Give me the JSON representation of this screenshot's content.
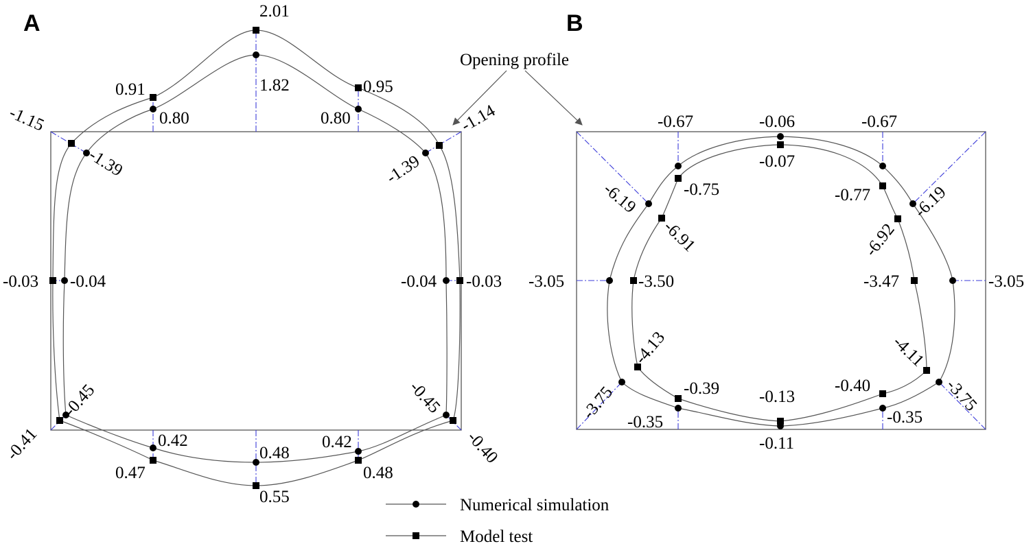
{
  "panels": [
    {
      "letter": "A"
    },
    {
      "letter": "B"
    }
  ],
  "annotation": {
    "text": "Opening profile"
  },
  "legend": {
    "numerical": "Numerical simulation",
    "model": "Model test"
  },
  "panel_a": {
    "top_mt": "2.01",
    "top_ns": "1.82",
    "ul_mt": "0.91",
    "ul_ns": "0.80",
    "ur_mt": "0.95",
    "ur_ns": "0.80",
    "cl_mt": "-1.15",
    "cl_ns": "-1.39",
    "cr_mt": "-1.14",
    "cr_ns": "-1.39",
    "ml_mt": "-0.03",
    "ml_ns": "-0.04",
    "mr_ns": "-0.04",
    "mr_mt": "-0.03",
    "bl_ns": "-0.45",
    "bl_mt": "-0.41",
    "br_ns": "-0.45",
    "br_mt": "-0.40",
    "lbl_ns": "0.42",
    "lbl_mt": "0.47",
    "bot_ns": "0.48",
    "bot_mt": "0.55",
    "rbl_ns": "0.42",
    "rbl_mt": "0.48"
  },
  "panel_b": {
    "tl_ns": "-0.67",
    "tl_mt": "-0.75",
    "top_ns": "-0.06",
    "top_mt": "-0.07",
    "tr_ns": "-0.67",
    "tr_mt": "-0.77",
    "dl_ns": "-6.19",
    "dl_mt": "-6.91",
    "dr_ns": "-6.19",
    "dr_mt": "-6.92",
    "ml_ns": "-3.05",
    "ml_mt": "-3.50",
    "mr_mt": "-3.47",
    "mr_ns": "-3.05",
    "bl_mt": "-4.13",
    "bl_ns": "-3.75",
    "br_mt": "-4.11",
    "br_ns": "-3.75",
    "lb_mt": "-0.39",
    "lb_ns": "-0.35",
    "bot_mt": "-0.13",
    "bot_ns": "-0.11",
    "rb_mt": "-0.40",
    "rb_ns": "-0.35"
  },
  "colors": {
    "guide": "#3b3bd9",
    "line": "#555555",
    "marker": "#000000"
  }
}
